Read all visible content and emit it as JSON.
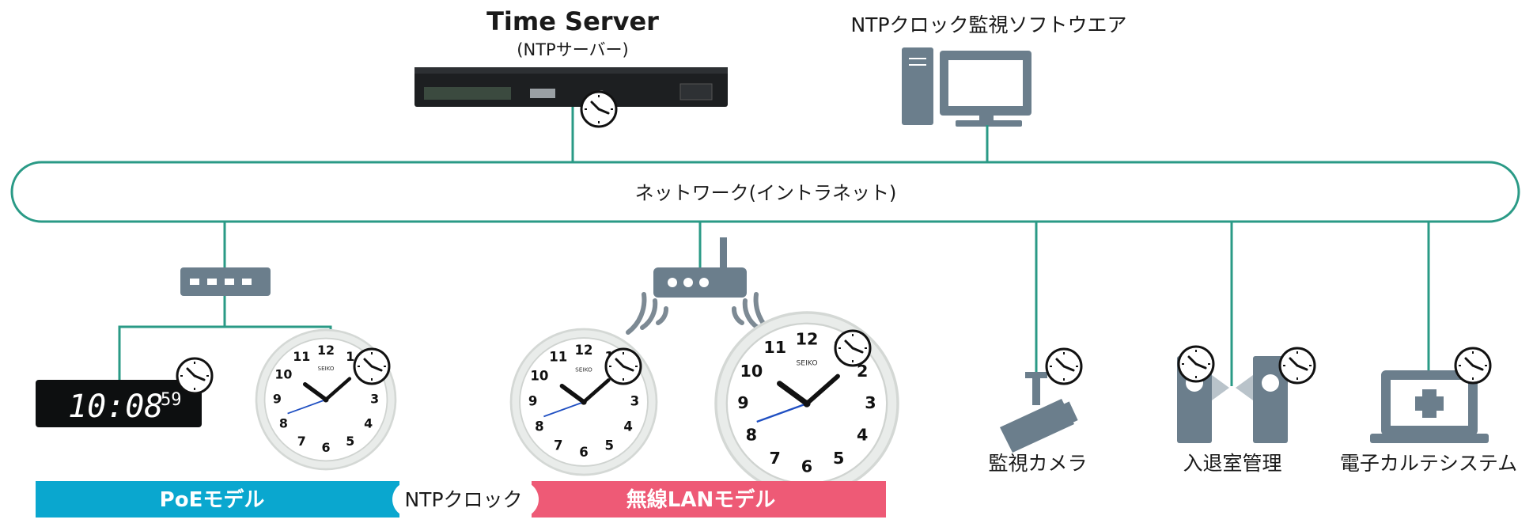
{
  "time_server": {
    "title": "Time Server",
    "subtitle": "(NTPサーバー)"
  },
  "monitor_software": {
    "label": "NTPクロック監視ソフトウエア"
  },
  "network": {
    "label": "ネットワーク(イントラネット)"
  },
  "digital_clock": {
    "time": "10:08",
    "seconds": "59"
  },
  "wall_clock": {
    "brand": "SEIKO",
    "numerals": [
      "12",
      "1",
      "2",
      "3",
      "4",
      "5",
      "6",
      "7",
      "8",
      "9",
      "10",
      "11"
    ]
  },
  "devices": {
    "camera_label": "監視カメラ",
    "access_label": "入退室管理",
    "medical_label": "電子カルテシステム"
  },
  "bottom_banner": {
    "poe_label": "PoEモデル",
    "ntp_label": "NTPクロック",
    "wireless_label": "無線LANモデル"
  },
  "colors": {
    "network_line": "#2a9a86",
    "device_gray": "#6b7e8c",
    "poe_blue": "#0aa7cf",
    "wireless_pink": "#ee5a76"
  }
}
